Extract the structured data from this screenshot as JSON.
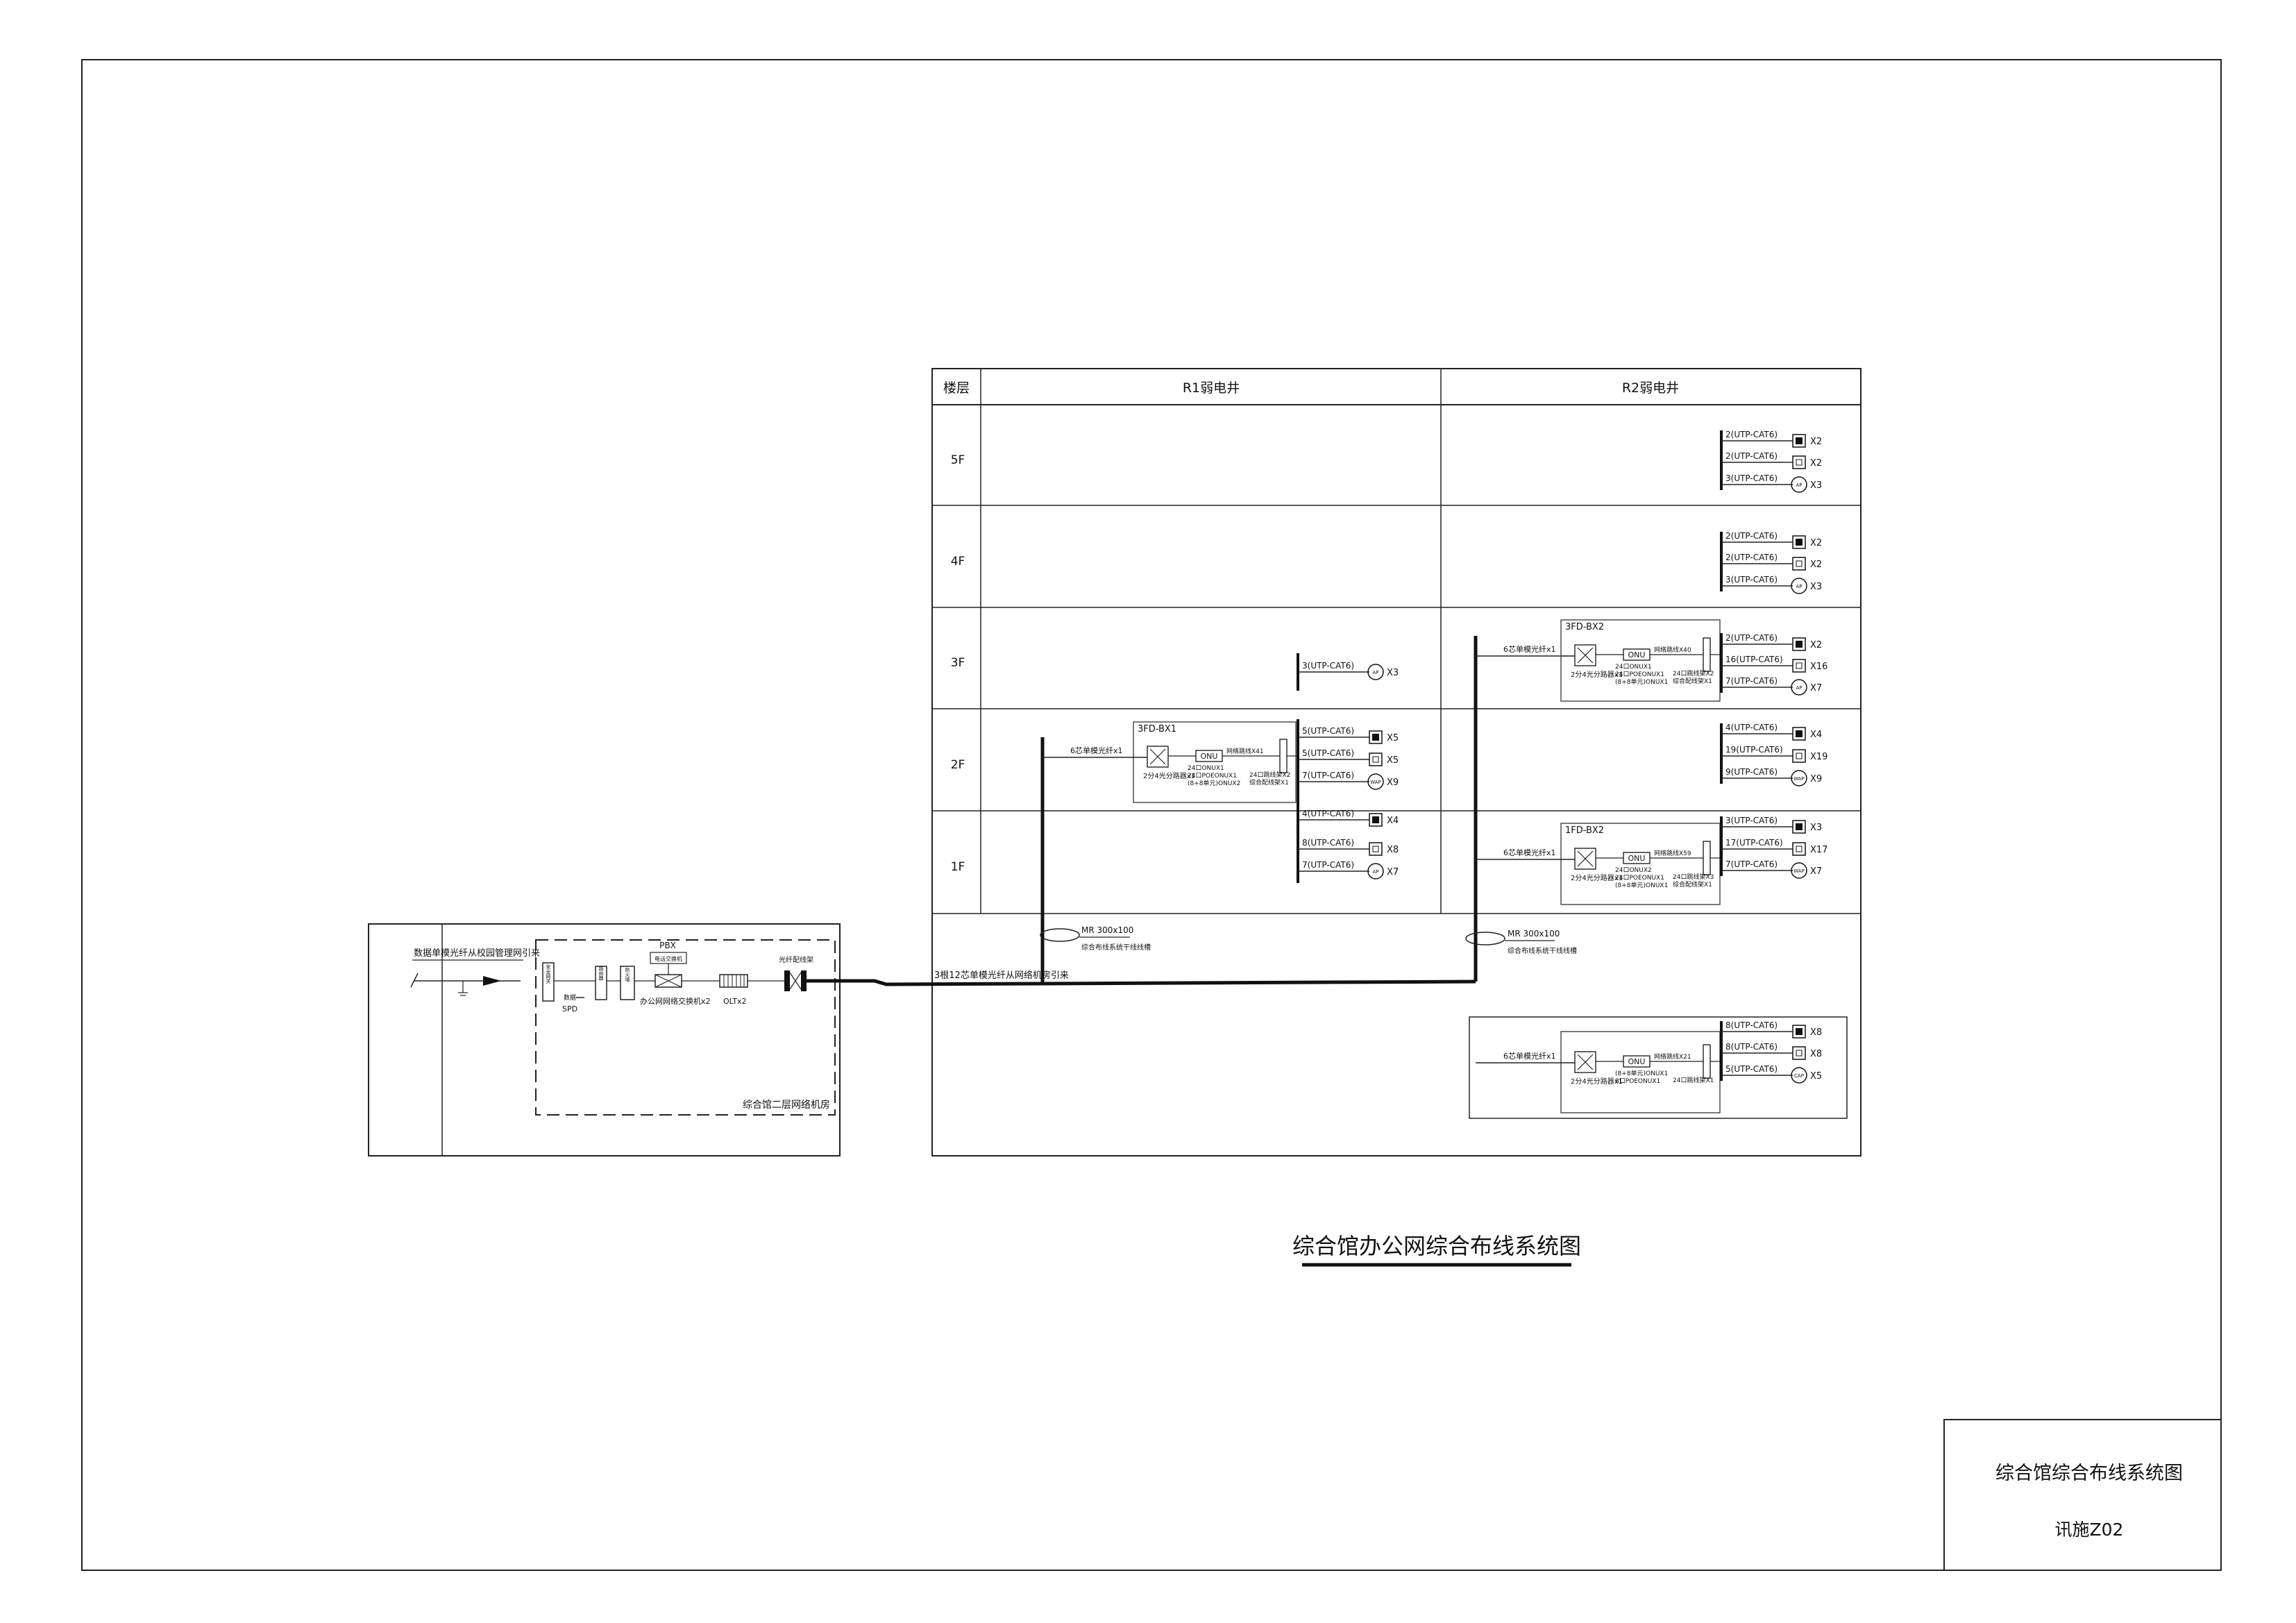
{
  "table": {
    "header_floor": "楼层",
    "header_r1": "R1弱电井",
    "header_r2": "R2弱电井",
    "floors": [
      "5F",
      "4F",
      "3F",
      "2F",
      "1F"
    ]
  },
  "r2_5f": [
    {
      "cable": "2(UTP-CAT6)",
      "icon": "filled-square",
      "outlet": "X2"
    },
    {
      "cable": "2(UTP-CAT6)",
      "icon": "open-square",
      "outlet": "X2"
    },
    {
      "cable": "3(UTP-CAT6)",
      "icon": "ap",
      "icon_text": "AP",
      "outlet": "X3"
    }
  ],
  "r2_4f": [
    {
      "cable": "2(UTP-CAT6)",
      "icon": "filled-square",
      "outlet": "X2"
    },
    {
      "cable": "2(UTP-CAT6)",
      "icon": "open-square",
      "outlet": "X2"
    },
    {
      "cable": "3(UTP-CAT6)",
      "icon": "ap",
      "icon_text": "AP",
      "outlet": "X3"
    }
  ],
  "r2_3f": [
    {
      "cable": "2(UTP-CAT6)",
      "icon": "filled-square",
      "outlet": "X2"
    },
    {
      "cable": "16(UTP-CAT6)",
      "icon": "open-square",
      "outlet": "X16"
    },
    {
      "cable": "7(UTP-CAT6)",
      "icon": "ap",
      "icon_text": "AP",
      "outlet": "X7"
    }
  ],
  "r2_2f": [
    {
      "cable": "4(UTP-CAT6)",
      "icon": "filled-square",
      "outlet": "X4"
    },
    {
      "cable": "19(UTP-CAT6)",
      "icon": "open-square",
      "outlet": "X19"
    },
    {
      "cable": "9(UTP-CAT6)",
      "icon": "ap",
      "icon_text": "WAP",
      "outlet": "X9"
    }
  ],
  "r2_1f": [
    {
      "cable": "3(UTP-CAT6)",
      "icon": "filled-square",
      "outlet": "X3"
    },
    {
      "cable": "17(UTP-CAT6)",
      "icon": "open-square",
      "outlet": "X17"
    },
    {
      "cable": "7(UTP-CAT6)",
      "icon": "ap",
      "icon_text": "WAP",
      "outlet": "X7"
    }
  ],
  "r2_bottom": [
    {
      "cable": "8(UTP-CAT6)",
      "icon": "filled-square",
      "outlet": "X8"
    },
    {
      "cable": "8(UTP-CAT6)",
      "icon": "open-square",
      "outlet": "X8"
    },
    {
      "cable": "5(UTP-CAT6)",
      "icon": "ap",
      "icon_text": "CAP",
      "outlet": "X5"
    }
  ],
  "r1_3f": [
    {
      "cable": "3(UTP-CAT6)",
      "icon": "ap",
      "icon_text": "AP",
      "outlet": "X3"
    }
  ],
  "r1_2f": [
    {
      "cable": "5(UTP-CAT6)",
      "icon": "filled-square",
      "outlet": "X5"
    },
    {
      "cable": "5(UTP-CAT6)",
      "icon": "open-square",
      "outlet": "X5"
    },
    {
      "cable": "7(UTP-CAT6)",
      "icon": "ap",
      "icon_text": "WAP",
      "outlet": "X9"
    }
  ],
  "r1_1f": [
    {
      "cable": "4(UTP-CAT6)",
      "icon": "filled-square",
      "outlet": "X4"
    },
    {
      "cable": "8(UTP-CAT6)",
      "icon": "open-square",
      "outlet": "X8"
    },
    {
      "cable": "7(UTP-CAT6)",
      "icon": "ap",
      "icon_text": "AP",
      "outlet": "X7"
    }
  ],
  "boxes": {
    "r1_2f": {
      "title": "3FD-BX1",
      "feed": "6芯单模光纤x1",
      "splitter": "2分4光分路器x1",
      "onu": "ONU",
      "onu_note": [
        "24口ONUX1",
        "24口POEONUX1",
        "(8+8单元)ONUX2"
      ],
      "patch_top": "网络跳线X41",
      "patch": [
        "24口跳线架X2",
        "综合配线架X1"
      ]
    },
    "r2_3f": {
      "title": "3FD-BX2",
      "feed": "6芯单模光纤x1",
      "splitter": "2分4光分路器x1",
      "onu": "ONU",
      "onu_note": [
        "24口ONUX1",
        "24口POEONUX1",
        "(8+8单元)ONUX1"
      ],
      "patch_top": "网络跳线X40",
      "patch": [
        "24口跳线架X2",
        "综合配线架X1"
      ]
    },
    "r2_1f": {
      "title": "1FD-BX2",
      "feed": "6芯单模光纤x1",
      "splitter": "2分4光分路器x1",
      "onu": "ONU",
      "onu_note": [
        "24口ONUX2",
        "24口POEONUX1",
        "(8+8单元)ONUX1"
      ],
      "patch_top": "网络跳线X59",
      "patch": [
        "24口跳线架X3",
        "综合配线架X1"
      ]
    },
    "r2_bottom": {
      "title": "",
      "feed": "6芯单模光纤x1",
      "splitter": "2分4光分路器x1",
      "onu": "ONU",
      "onu_note": [
        "(8+8单元)ONUX1",
        "8口POEONUX1"
      ],
      "patch_top": "网络跳线X21",
      "patch": [
        "24口跳线架X1"
      ]
    }
  },
  "mr_r1": {
    "size": "MR  300x100",
    "note": "综合布线系统干线线槽"
  },
  "mr_r2": {
    "size": "MR  300x100",
    "note": "综合布线系统干线线槽"
  },
  "trunk_label": "3根12芯单模光纤从网络机房引来",
  "machine_room": {
    "incoming": "数据单模光纤从校园管理网引来",
    "pbx": "PBX",
    "pbx_sub": "电话交换机",
    "spd": "SPD",
    "switch_label": "办公网网络交换机x2",
    "olt": "OLTx2",
    "odf": "光纤配线架",
    "room_name": "综合馆二层网络机房",
    "dev_gateway": "安全网关",
    "dev_router": "路由器",
    "dev_firewall": "防火墙",
    "dev_small": "数据"
  },
  "diagram_title": "综合馆办公网综合布线系统图",
  "title_block": {
    "name": "综合馆综合布线系统图",
    "code": "讯施Z02"
  }
}
